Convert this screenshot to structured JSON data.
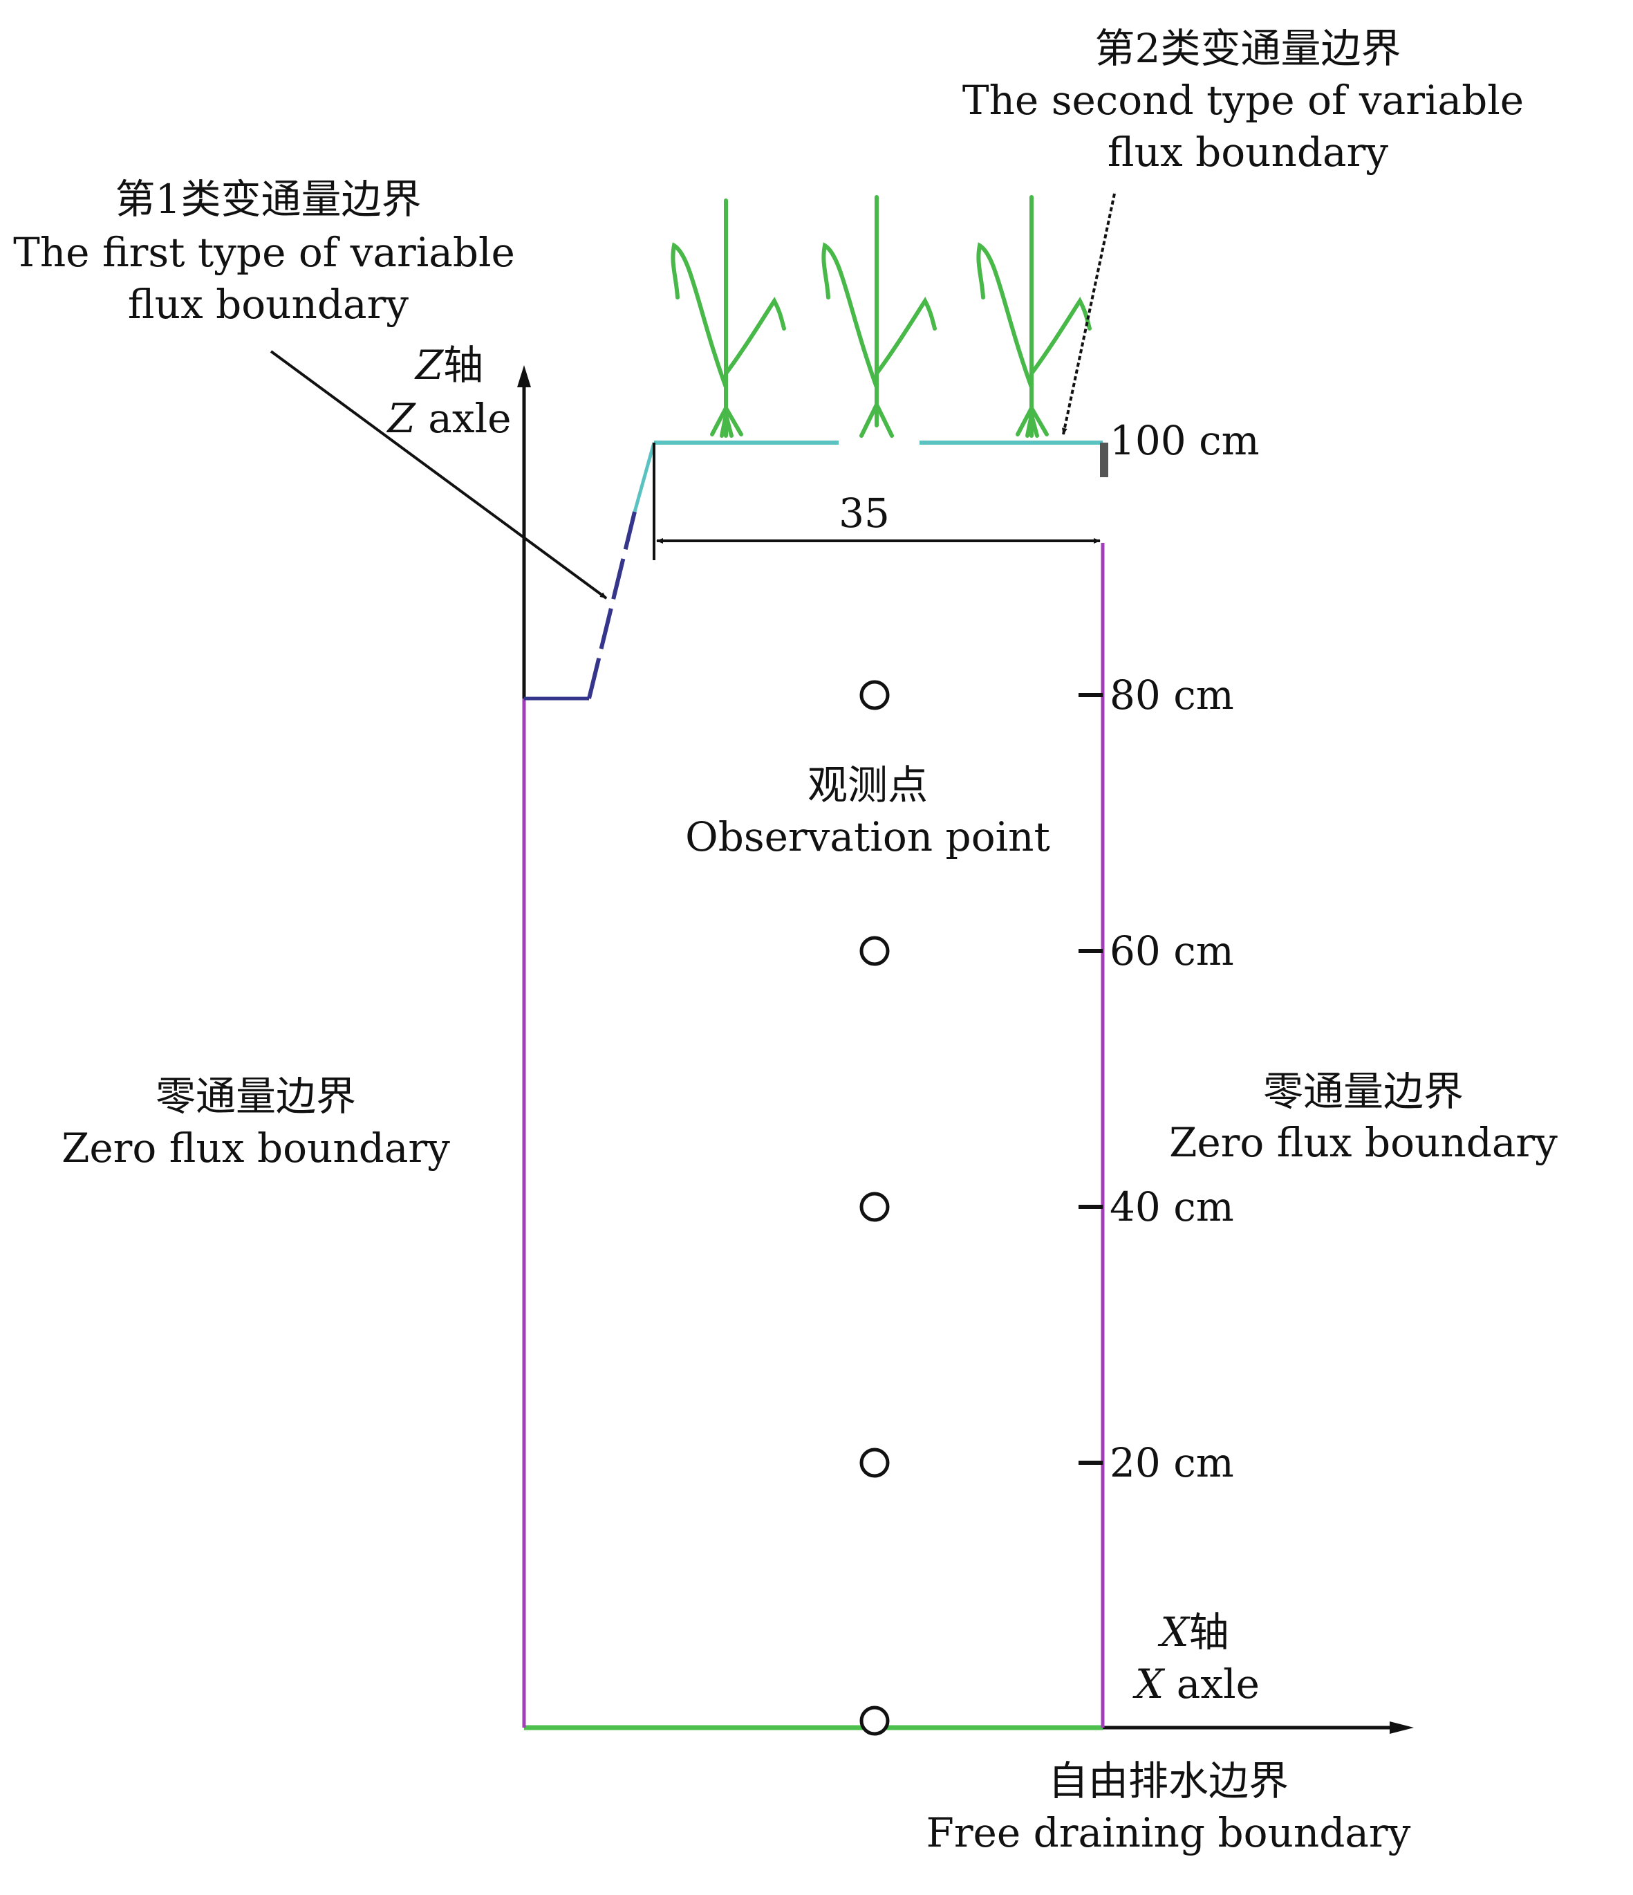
{
  "colors": {
    "axis": "#111111",
    "zero_flux": "#a13fb8",
    "free_drain": "#4cbf4c",
    "first_boundary": "#35358c",
    "second_boundary": "#5bc2c2",
    "plant": "#48b848"
  },
  "icons": [
    "plant-icon",
    "arrow-right-icon",
    "arrow-up-icon",
    "observation-circle-icon"
  ],
  "labels": {
    "first_type_zh": "第1类变通量边界",
    "first_type_en_1": "The first type of variable",
    "first_type_en_2": "flux boundary",
    "second_type_zh": "第2类变通量边界",
    "second_type_en_1": "The second type of variable",
    "second_type_en_2": "flux boundary",
    "z_axis_zh_var": "Z",
    "z_axis_zh": "轴",
    "z_axis_en_var": "Z",
    "z_axis_en": " axle",
    "x_axis_zh_var": "X",
    "x_axis_zh": "轴",
    "x_axis_en_var": "X",
    "x_axis_en": " axle",
    "width_dim": "35",
    "observation_zh": "观测点",
    "observation_en": "Observation point",
    "zero_left_zh": "零通量边界",
    "zero_left_en": "Zero flux boundary",
    "zero_right_zh": "零通量边界",
    "zero_right_en": "Zero flux boundary",
    "free_zh": "自由排水边界",
    "free_en": "Free draining boundary"
  },
  "depth_ticks": [
    "100 cm",
    "80 cm",
    "60 cm",
    "40 cm",
    "20 cm"
  ]
}
